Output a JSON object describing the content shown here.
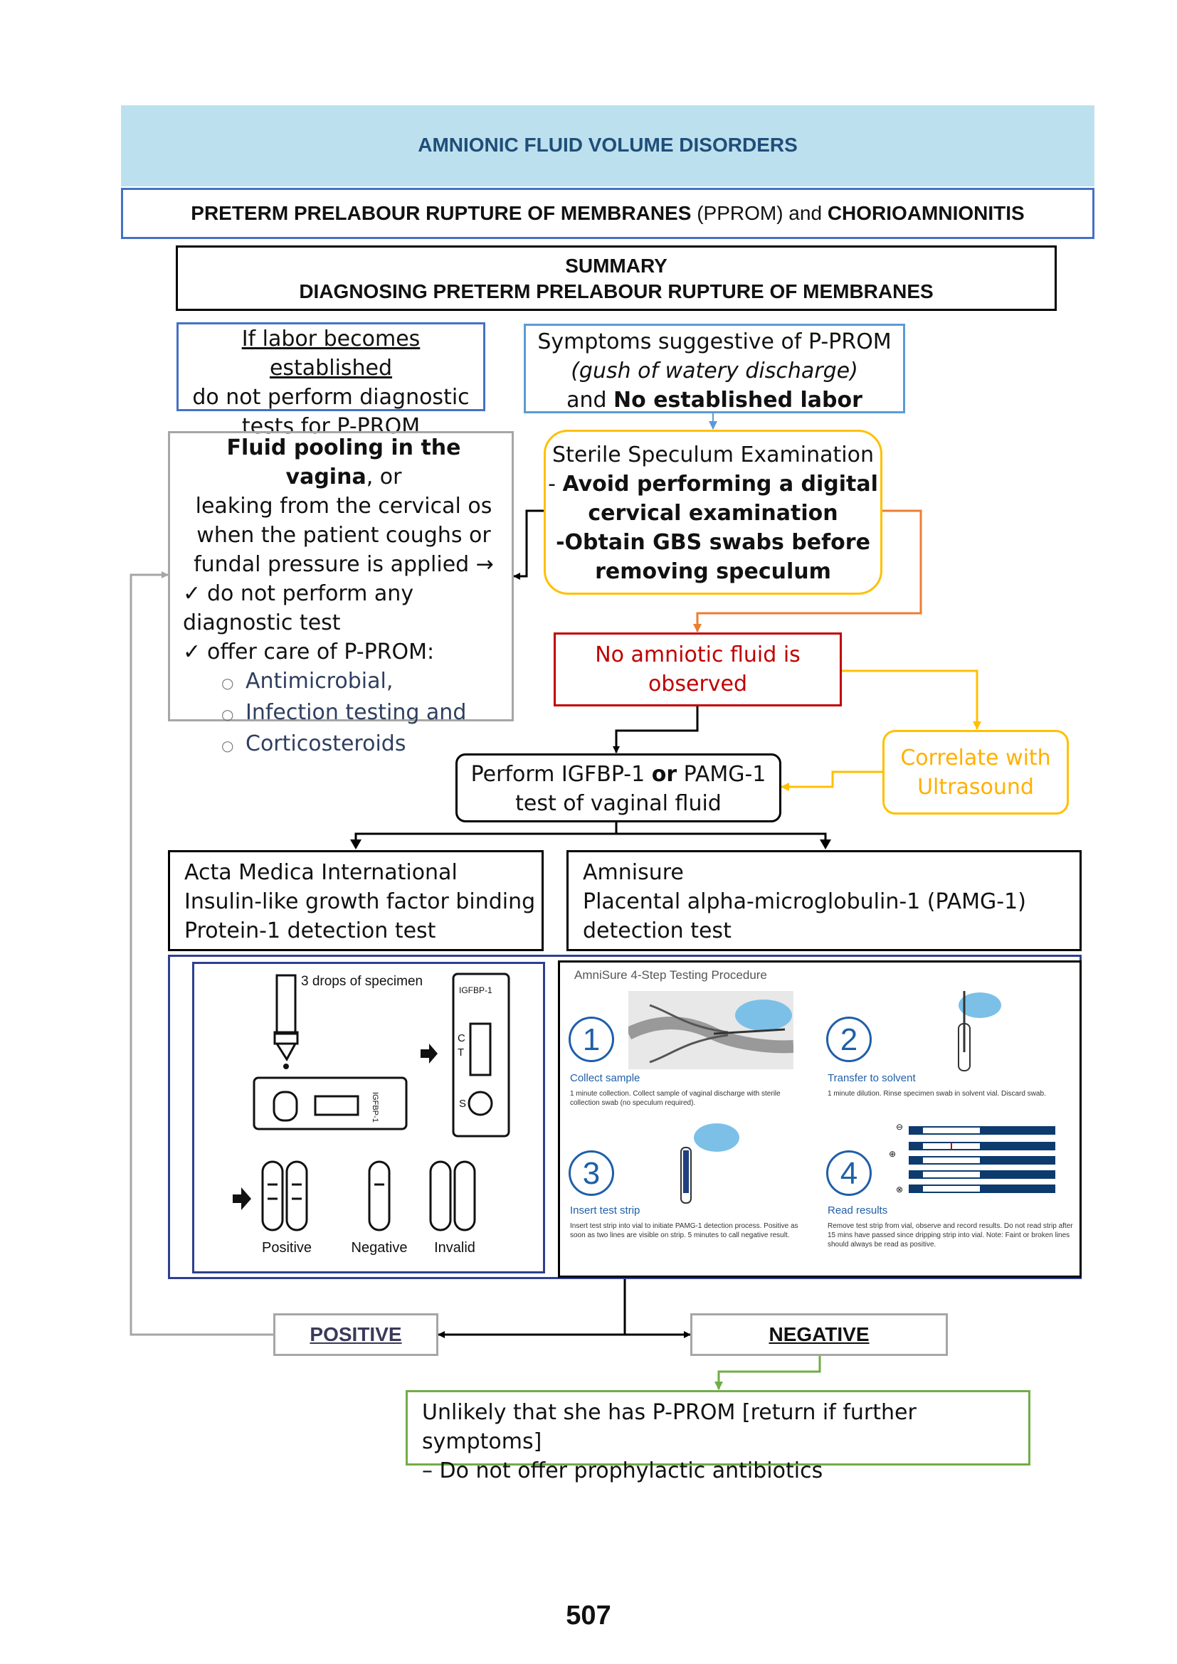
{
  "header": {
    "banner_title": "AMNIONIC FLUID VOLUME DISORDERS",
    "subtitle_bold1": "PRETERM PRELABOUR RUPTURE OF MEMBRANES",
    "subtitle_normal": " (PPROM) and ",
    "subtitle_bold2": "CHORIOAMNIONITIS"
  },
  "summary": {
    "line1": "SUMMARY",
    "line2": "DIAGNOSING PRETERM PRELABOUR RUPTURE OF MEMBRANES"
  },
  "labor_box": {
    "line1": "If labor becomes established",
    "line2": "do not perform diagnostic",
    "line3": "tests for P-PROM"
  },
  "symptoms_box": {
    "line1": "Symptoms suggestive of P-PROM",
    "line2": "(gush of watery discharge)",
    "line3_pre": "and ",
    "line3_bold": "No established labor"
  },
  "pooling_box": {
    "bold": "Fluid pooling in the vagina",
    "rest1": ", or",
    "line2": "leaking from the cervical os",
    "line3": "when the patient coughs or",
    "line4": "fundal pressure is applied",
    "arrow": "→",
    "check": "✓",
    "item1a": "do not perform any",
    "item1b": "diagnostic test",
    "item2": "offer care of P-PROM:",
    "bullet": "○",
    "sub": [
      "Antimicrobial,",
      "Infection testing and",
      "Corticosteroids"
    ]
  },
  "speculum_box": {
    "line1": "Sterile Speculum Examination",
    "line2_pre": "- ",
    "line2_bold": "Avoid performing a digital",
    "line3": "cervical examination",
    "line4": "-Obtain GBS swabs before",
    "line5": "removing speculum"
  },
  "no_fluid_box": {
    "line1": "No amniotic fluid is",
    "line2": "observed"
  },
  "correlate_box": {
    "line1": "Correlate with",
    "line2": "Ultrasound"
  },
  "perform_box": {
    "line1_pre": "Perform IGFBP-1 ",
    "line1_bold": "or",
    "line1_post": " PAMG-1",
    "line2": "test of vaginal fluid"
  },
  "acta_box": {
    "line1": "Acta Medica International",
    "line2": "Insulin-like growth factor binding",
    "line3": "Protein-1 detection test"
  },
  "amnisure_box": {
    "line1": "Amnisure",
    "line2": "Placental alpha-microglobulin-1 (PAMG-1)",
    "line3": "detection test"
  },
  "igfbp_figure": {
    "drops_label": "3 drops of specimen",
    "device_label": "IGFBP-1",
    "cassette_label": "IGFBP-1",
    "c_label": "C",
    "t_label": "T",
    "s_label": "S",
    "results": [
      "Positive",
      "Negative",
      "Invalid"
    ]
  },
  "amnisure_figure": {
    "title": "AmniSure 4-Step Testing Procedure",
    "steps": [
      {
        "num": "1",
        "title": "Collect sample",
        "desc": "1 minute collection. Collect sample of vaginal discharge with sterile collection swab (no speculum required)."
      },
      {
        "num": "2",
        "title": "Transfer to solvent",
        "desc": "1 minute dilution. Rinse specimen swab in solvent vial. Discard swab."
      },
      {
        "num": "3",
        "title": "Insert test strip",
        "desc": "Insert test strip into vial to initiate PAMG-1 detection process. Positive as soon as two lines are visible on strip. 5 minutes to call negative result."
      },
      {
        "num": "4",
        "title": "Read results",
        "desc": "Remove test strip from vial, observe and record results. Do not read strip after 15 mins have passed since dripping strip into vial. Note: Faint or broken lines should always be read as positive."
      }
    ],
    "result_marks": [
      "⊖",
      "⊕",
      "⊗"
    ]
  },
  "results": {
    "positive": "POSITIVE",
    "negative": "NEGATIVE"
  },
  "unlikely_box": {
    "line1": "Unlikely that she has P-PROM [return if further symptoms]",
    "line2": "– Do not offer prophylactic antibiotics"
  },
  "page_number": "507",
  "colors": {
    "banner_bg": "#bde0ee",
    "banner_text": "#1f4e79",
    "blue_border": "#4472c4",
    "light_blue": "#5b9bd5",
    "gray": "#a6a6a6",
    "orange": "#ed7d31",
    "yellow": "#ffc000",
    "red": "#c00000",
    "green": "#70ad47",
    "navy": "#2f3f8f"
  }
}
